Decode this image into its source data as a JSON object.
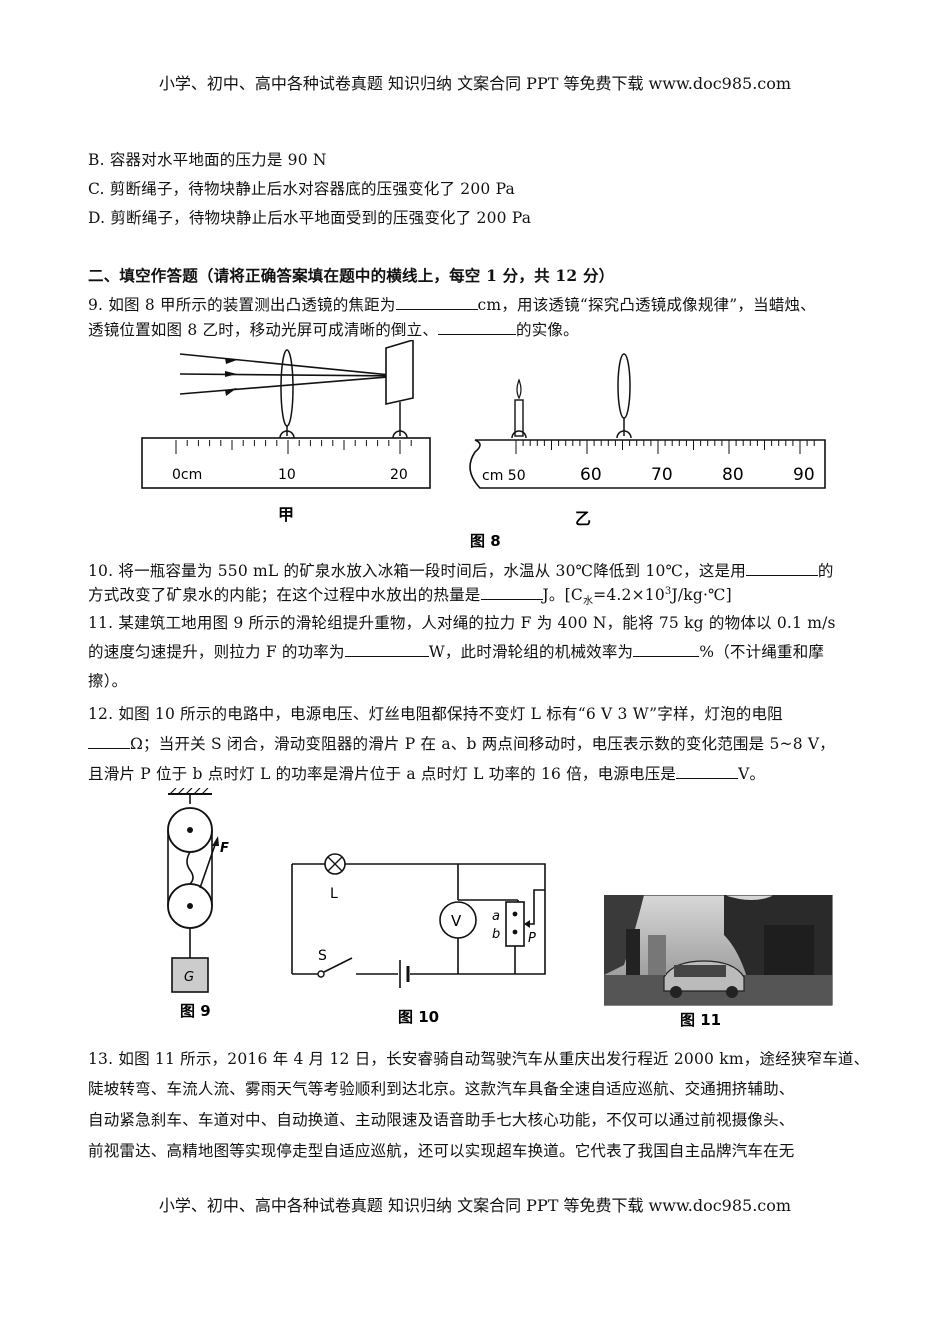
{
  "header": "小学、初中、高中各种试卷真题 知识归纳 文案合同 PPT 等免费下载   www.doc985.com",
  "footer": "小学、初中、高中各种试卷真题 知识归纳 文案合同 PPT 等免费下载   www.doc985.com",
  "options": {
    "b": "B.  容器对水平地面的压力是 90 N",
    "c": "C.  剪断绳子，待物块静止后水对容器底的压强变化了 200 Pa",
    "d": "D.  剪断绳子，待物块静止后水平地面受到的压强变化了 200 Pa"
  },
  "section_title": "二、填空作答题（请将正确答案填在题中的横线上，每空 1 分，共 12 分）",
  "q9": {
    "line1_a": "9.  如图 8 甲所示的装置测出凸透镜的焦距为",
    "line1_b": "cm，用该透镜“探究凸透镜成像规律”，当蜡烛、",
    "line2_a": "透镜位置如图 8 乙时，移动光屏可成清晰的倒立、",
    "line2_b": "的实像。"
  },
  "fig8": {
    "caption": "图 8",
    "left_label": "甲",
    "right_label": "乙",
    "left_ticks": [
      "0cm",
      "10",
      "20"
    ],
    "right_ticks": [
      "cm 50",
      "60",
      "70",
      "80",
      "90"
    ]
  },
  "q10": {
    "line1_a": "10.  将一瓶容量为 550 mL 的矿泉水放入冰箱一段时间后，水温从 30℃降低到 10℃，这是用",
    "line1_b": "的",
    "line2_a": "方式改变了矿泉水的内能；在这个过程中水放出的热量是",
    "line2_b": "J。[C",
    "sub": "水",
    "line2_c": "=4.2×10",
    "sup": "3",
    "line2_d": "J/kg·℃]"
  },
  "q11": {
    "line1": "11.  某建筑工地用图 9 所示的滑轮组提升重物，人对绳的拉力 F 为 400 N，能将 75 kg 的物体以 0.1 m/s",
    "line2_a": "的速度匀速提升，则拉力 F 的功率为",
    "line2_b": "W，此时滑轮组的机械效率为",
    "line2_c": "%（不计绳重和摩",
    "line3": "擦）。"
  },
  "q12": {
    "line1": "12.  如图 10 所示的电路中，电源电压、灯丝电阻都保持不变灯 L 标有“6 V   3 W”字样，灯泡的电阻",
    "line2_a": "Ω；当开关 S 闭合，滑动变阻器的滑片 P 在 a、b 两点间移动时，电压表示数的变化范围是 5~8 V，",
    "line3_a": "且滑片 P 位于 b 点时灯 L 的功率是滑片位于 a 点时灯 L 功率的 16 倍，电源电压是",
    "line3_b": "V。"
  },
  "fig9": {
    "caption": "图 9",
    "force": "F",
    "weight": "G"
  },
  "fig10": {
    "caption": "图 10",
    "lamp": "L",
    "switch": "S",
    "meter": "V",
    "a": "a",
    "b": "b",
    "p": "P"
  },
  "fig11": {
    "caption": "图 11"
  },
  "q13": {
    "line1": "13. 如图 11 所示，2016 年 4 月 12 日，长安睿骑自动驾驶汽车从重庆出发行程近 2000 km，途经狭窄车道、",
    "line2": "陡坡转弯、车流人流、雾雨天气等考验顺利到达北京。这款汽车具备全速自适应巡航、交通拥挤辅助、",
    "line3": "自动紧急刹车、车道对中、自动换道、主动限速及语音助手七大核心功能，不仅可以通过前视摄像头、",
    "line4": "前视雷达、高精地图等实现停走型自适应巡航，还可以实现超车换道。它代表了我国自主品牌汽车在无"
  }
}
